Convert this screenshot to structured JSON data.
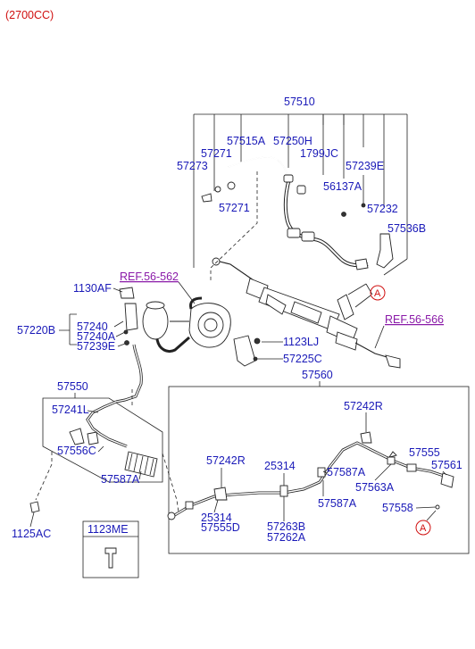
{
  "header": {
    "engine": "(2700CC)"
  },
  "refs": {
    "ref_top": "REF.56-562",
    "ref_right": "REF.56-566"
  },
  "callouts": {
    "a_top": "A",
    "a_bottom": "A"
  },
  "inset": {
    "title": "1123ME"
  },
  "labels": {
    "l57510": "57510",
    "l57271a": "57271",
    "l57515A": "57515A",
    "l57250H": "57250H",
    "l1799JC": "1799JC",
    "l57273": "57273",
    "l57239E_top": "57239E",
    "l56137A": "56137A",
    "l57271b": "57271",
    "l57232": "57232",
    "l57536B": "57536B",
    "l1130AF": "1130AF",
    "l57220B": "57220B",
    "l57240": "57240",
    "l57240A": "57240A",
    "l57239E_mid": "57239E",
    "l1123LJ": "1123LJ",
    "l57225C": "57225C",
    "l57560": "57560",
    "l57550": "57550",
    "l57242R_top": "57242R",
    "l57241L": "57241L",
    "l57555": "57555",
    "l57561": "57561",
    "l57556C": "57556C",
    "l57242R_mid": "57242R",
    "l25314_top": "25314",
    "l57587A_r": "57587A",
    "l57563A": "57563A",
    "l57587A_l": "57587A",
    "l57587A_m": "57587A",
    "l57558": "57558",
    "l25314_bot": "25314",
    "l57555D": "57555D",
    "l57263B": "57263B",
    "l57262A": "57262A",
    "l1125AC": "1125AC"
  }
}
